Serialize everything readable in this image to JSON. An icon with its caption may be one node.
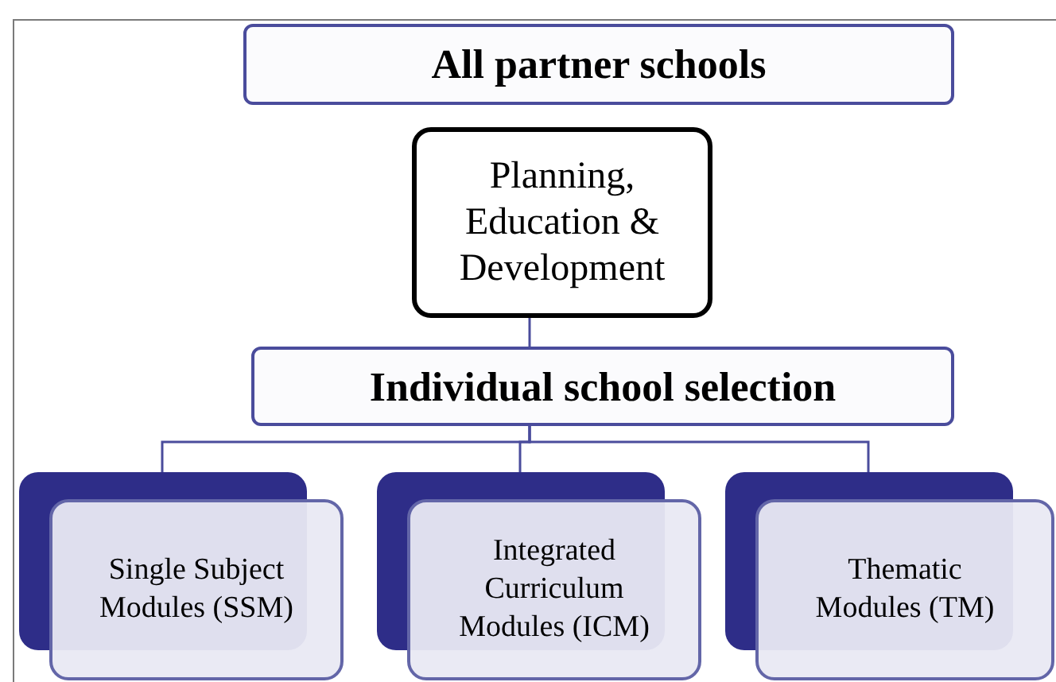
{
  "diagram": {
    "nodes": [
      {
        "text": [
          "All partner schools"
        ]
      },
      {
        "text": [
          "Planning, Education & Development"
        ]
      },
      {
        "text": [
          "Individual school selection"
        ]
      },
      {
        "text": [
          "Single Subject Modules (SSM)"
        ]
      },
      {
        "text": [
          "Integrated Curriculum Modules (ICM)"
        ]
      },
      {
        "text": [
          "Thematic Modules (TM)"
        ]
      }
    ],
    "edges": [
      {
        "from": 1,
        "to": 2,
        "arrow": "none"
      },
      {
        "from": 2,
        "to": 3,
        "arrow": "none"
      },
      {
        "from": 2,
        "to": 4,
        "arrow": "none"
      },
      {
        "from": 2,
        "to": 5,
        "arrow": "none"
      }
    ]
  }
}
